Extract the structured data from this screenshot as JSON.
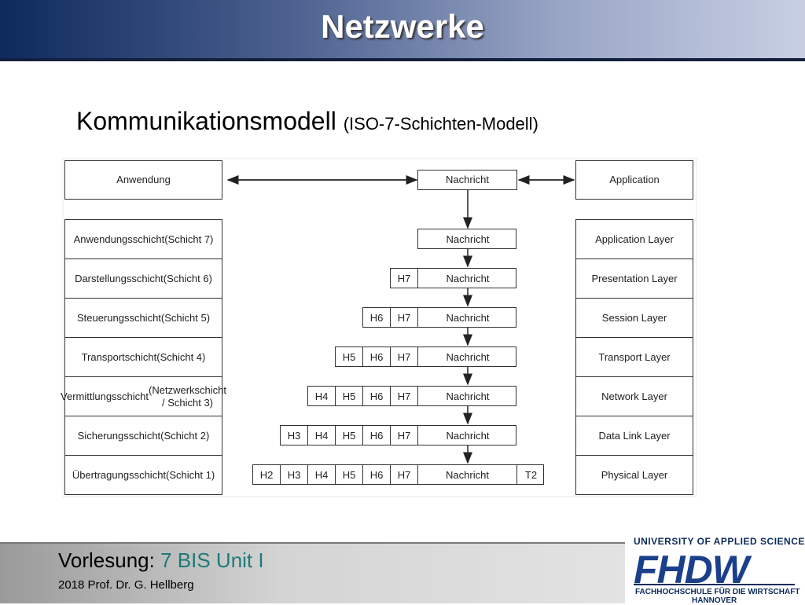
{
  "header": {
    "title": "Netzwerke"
  },
  "heading": {
    "main": "Kommunikationsmodell",
    "detail": "(ISO-7-Schichten-Modell)"
  },
  "diagram": {
    "top_left": "Anwendung",
    "top_center": "Nachricht",
    "top_right": "Application",
    "left_layers": [
      [
        "Anwendungsschicht",
        "(Schicht 7)"
      ],
      [
        "Darstellungsschicht",
        "(Schicht 6)"
      ],
      [
        "Steuerungsschicht",
        "(Schicht 5)"
      ],
      [
        "Transportschicht",
        "(Schicht 4)"
      ],
      [
        "Vermittlungsschicht",
        "(Netzwerkschicht / Schicht 3)"
      ],
      [
        "Sicherungsschicht",
        "(Schicht 2)"
      ],
      [
        "Übertragungsschicht",
        "(Schicht 1)"
      ]
    ],
    "right_layers": [
      "Application Layer",
      "Presentation Layer",
      "Session Layer",
      "Transport Layer",
      "Network Layer",
      "Data Link Layer",
      "Physical Layer"
    ],
    "packets": [
      {
        "headers": [],
        "payload": "Nachricht",
        "trailer": ""
      },
      {
        "headers": [
          "H7"
        ],
        "payload": "Nachricht",
        "trailer": ""
      },
      {
        "headers": [
          "H6",
          "H7"
        ],
        "payload": "Nachricht",
        "trailer": ""
      },
      {
        "headers": [
          "H5",
          "H6",
          "H7"
        ],
        "payload": "Nachricht",
        "trailer": ""
      },
      {
        "headers": [
          "H4",
          "H5",
          "H6",
          "H7"
        ],
        "payload": "Nachricht",
        "trailer": ""
      },
      {
        "headers": [
          "H3",
          "H4",
          "H5",
          "H6",
          "H7"
        ],
        "payload": "Nachricht",
        "trailer": ""
      },
      {
        "headers": [
          "H2",
          "H3",
          "H4",
          "H5",
          "H6",
          "H7"
        ],
        "payload": "Nachricht",
        "trailer": "T2"
      }
    ]
  },
  "footer": {
    "lecture_label": "Vorlesung:",
    "lecture_title": "7 BIS Unit I",
    "author": "2018 Prof. Dr. G. Hellberg"
  },
  "logo": {
    "university": "UNIVERSITY OF APPLIED SCIENCES",
    "mark": "FHDW",
    "school": "FACHHOCHSCHULE FÜR DIE WIRTSCHAFT",
    "city": "HANNOVER"
  }
}
